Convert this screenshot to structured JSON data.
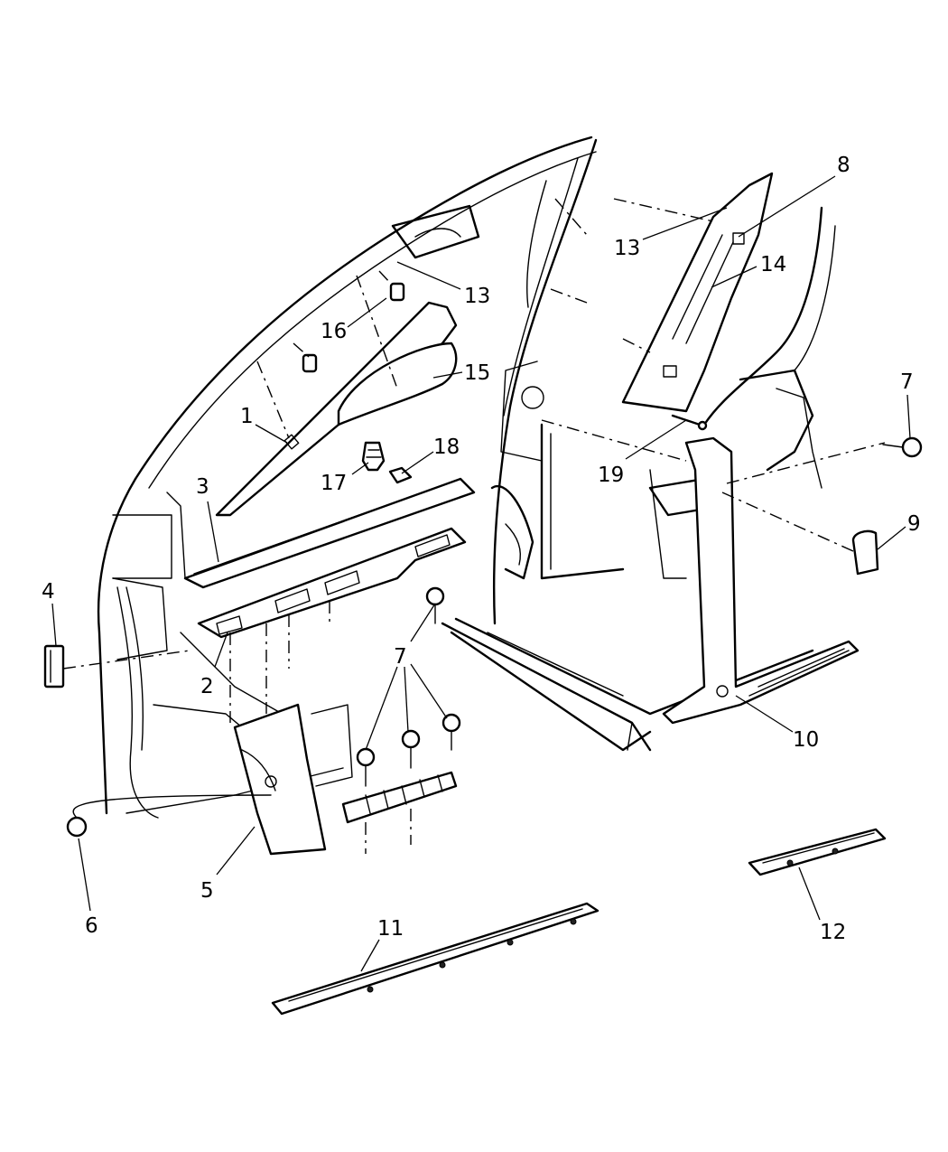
{
  "callouts": {
    "c1": "1",
    "c2": "2",
    "c3": "3",
    "c4": "4",
    "c5": "5",
    "c6": "6",
    "c7_left": "7",
    "c7_right": "7",
    "c8": "8",
    "c9": "9",
    "c10": "10",
    "c11": "11",
    "c12": "12",
    "c13_left": "13",
    "c13_right": "13",
    "c14": "14",
    "c15": "15",
    "c16": "16",
    "c17": "17",
    "c18": "18",
    "c19": "19"
  }
}
